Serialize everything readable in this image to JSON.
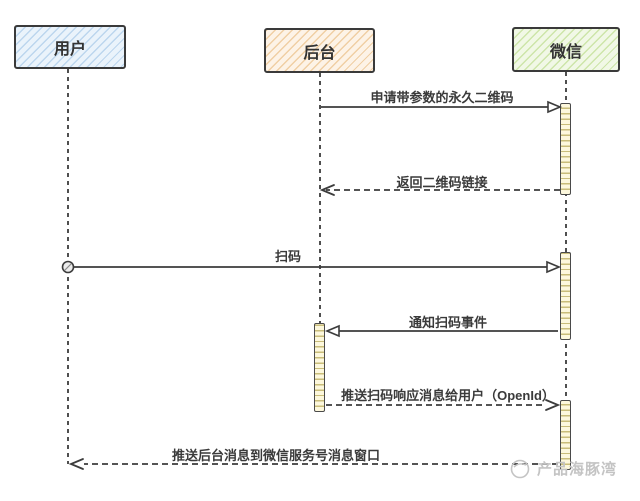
{
  "diagram": {
    "type": "sequence-diagram",
    "actors": [
      {
        "id": "user",
        "name": "用户",
        "fill": "#eaf3fb",
        "hatch": "#bcd6ee"
      },
      {
        "id": "backend",
        "name": "后台",
        "fill": "#fdf3e7",
        "hatch": "#f0cfa4"
      },
      {
        "id": "wechat",
        "name": "微信",
        "fill": "#f1f8e6",
        "hatch": "#cde5a9"
      }
    ],
    "messages": [
      {
        "from": "后台",
        "to": "微信",
        "style": "solid",
        "label": "申请带参数的永久二维码"
      },
      {
        "from": "微信",
        "to": "后台",
        "style": "dashed",
        "label": "返回二维码链接"
      },
      {
        "from": "用户",
        "to": "微信",
        "style": "solid",
        "label": "扫码"
      },
      {
        "from": "微信",
        "to": "后台",
        "style": "solid",
        "label": "通知扫码事件"
      },
      {
        "from": "后台",
        "to": "微信",
        "style": "dashed",
        "label": "推送扫码响应消息给用户（OpenId）"
      },
      {
        "from": "微信",
        "to": "用户",
        "style": "dashed",
        "label": "推送后台消息到微信服务号消息窗口"
      }
    ],
    "colors": {
      "line": "#3c3c3c",
      "lifeline": "#4f4f4f",
      "activation_fill": "#fdf8dd",
      "activation_hatch": "#c9bd7a",
      "watermark": "#c4c4c4"
    },
    "watermark": {
      "text": "产品海豚湾"
    }
  }
}
